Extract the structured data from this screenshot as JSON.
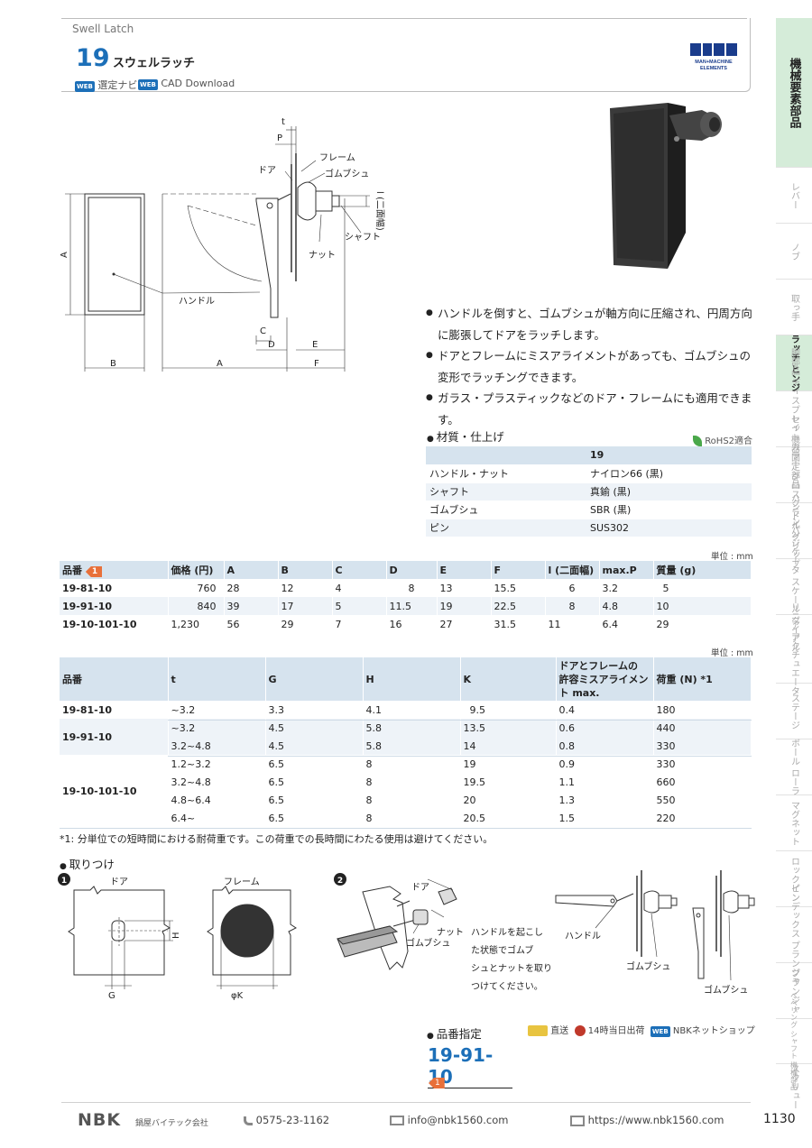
{
  "header": {
    "eng_title": "Swell Latch",
    "number": "19",
    "jp_title": "スウェルラッチ",
    "logo_text_1": "MAN+MACHINE",
    "logo_text_2": "ELEMENTS",
    "nav_badge": "WEB",
    "nav_label": "選定ナビ",
    "cad_badge": "WEB",
    "cad_label": "CAD Download"
  },
  "sidebar": {
    "items": [
      {
        "label": "機械要素部品"
      },
      {
        "label": "レバー"
      },
      {
        "label": "ノブ"
      },
      {
        "label": "取っ手"
      },
      {
        "label": "ラッチ ヒンジ"
      },
      {
        "label": "脚部品 ディスプレイ 機器固定部品"
      },
      {
        "label": "セットカラー クロスクランパ"
      },
      {
        "label": "ハンドル グリップ"
      },
      {
        "label": "インジケータ スケール ダイアル"
      },
      {
        "label": "リニア アクチュエータ"
      },
      {
        "label": "ステージ"
      },
      {
        "label": "ボール ローラ"
      },
      {
        "label": "マグネット"
      },
      {
        "label": "ロックピン"
      },
      {
        "label": "インデックス プランジャ"
      },
      {
        "label": "プランジャ"
      },
      {
        "label": "ベベリング シャフト 機構部品"
      },
      {
        "label": "スクリュー"
      }
    ]
  },
  "diagram": {
    "labels": {
      "t": "t",
      "P": "P",
      "frame": "フレーム",
      "door": "ドア",
      "bush": "ゴムブシュ",
      "l": "l (二面幅)",
      "shaft": "シャフト",
      "nut": "ナット",
      "handle": "ハンドル",
      "A": "A",
      "B": "B",
      "C": "C",
      "D": "D",
      "E": "E",
      "F": "F",
      "A2": "A"
    }
  },
  "features": [
    "ハンドルを倒すと、ゴムブシュが軸方向に圧縮され、円周方向に膨張してドアをラッチします。",
    "ドアとフレームにミスアライメントがあっても、ゴムブシュの変形でラッチングできます。",
    "ガラス・プラスティックなどのドア・フレームにも適用できます。"
  ],
  "material": {
    "title": "材質・仕上げ",
    "rohs": "RoHS2適合",
    "header": [
      "",
      "19"
    ],
    "rows": [
      [
        "ハンドル・ナット",
        "ナイロン66 (黒)"
      ],
      [
        "シャフト",
        "真鍮 (黒)"
      ],
      [
        "ゴムブシュ",
        "SBR (黒)"
      ],
      [
        "ピン",
        "SUS302"
      ]
    ]
  },
  "table1": {
    "unit": "単位 : mm",
    "header": [
      "品番",
      "価格 (円)",
      "A",
      "B",
      "C",
      "D",
      "E",
      "F",
      "l (二面幅)",
      "max.P",
      "質量 (g)"
    ],
    "tag": "1",
    "rows": [
      [
        "19-81-10",
        "760",
        "28",
        "12",
        "4",
        "8",
        "13",
        "15.5",
        "6",
        "3.2",
        "5"
      ],
      [
        "19-91-10",
        "840",
        "39",
        "17",
        "5",
        "11.5",
        "19",
        "22.5",
        "8",
        "4.8",
        "10"
      ],
      [
        "19-10-101-10",
        "1,230",
        "56",
        "29",
        "7",
        "16",
        "27",
        "31.5",
        "11",
        "6.4",
        "29"
      ]
    ]
  },
  "table2": {
    "unit": "単位 : mm",
    "header": [
      "品番",
      "t",
      "G",
      "H",
      "K",
      "ドアとフレームの 許容ミスアライメント max.",
      "荷重 (N) *1"
    ],
    "groups": [
      {
        "pn": "19-81-10",
        "rows": [
          [
            "~3.2",
            "3.3",
            "4.1",
            "9.5",
            "0.4",
            "180"
          ]
        ]
      },
      {
        "pn": "19-91-10",
        "rows": [
          [
            "~3.2",
            "4.5",
            "5.8",
            "13.5",
            "0.6",
            "440"
          ],
          [
            "3.2~4.8",
            "4.5",
            "5.8",
            "14",
            "0.8",
            "330"
          ]
        ]
      },
      {
        "pn": "19-10-101-10",
        "rows": [
          [
            "1.2~3.2",
            "6.5",
            "8",
            "19",
            "0.9",
            "330"
          ],
          [
            "3.2~4.8",
            "6.5",
            "8",
            "19.5",
            "1.1",
            "660"
          ],
          [
            "4.8~6.4",
            "6.5",
            "8",
            "20",
            "1.3",
            "550"
          ],
          [
            "6.4~",
            "6.5",
            "8",
            "20.5",
            "1.5",
            "220"
          ]
        ]
      }
    ]
  },
  "footnote": "*1:  分単位での短時間における耐荷重です。この荷重での長時間にわたる使用は避けてください。",
  "mounting": {
    "title": "取りつけ",
    "step1": "1",
    "step2": "2",
    "door": "ドア",
    "frame": "フレーム",
    "H": "H",
    "G": "G",
    "K": "φK",
    "door2": "ドア",
    "nut": "ナット",
    "bush": "ゴムブシュ",
    "instruction": [
      "ハンドルを起こし",
      "た状態でゴムブ",
      "シュとナットを取り",
      "つけてください。"
    ],
    "handle": "ハンドル",
    "bush2": "ゴムブシュ",
    "bush3": "ゴムブシュ"
  },
  "order": {
    "title": "品番指定",
    "direct": "直送",
    "sameday": "14時当日出荷",
    "web_badge": "WEB",
    "shop": "NBKネットショップ",
    "number": "19-91-10",
    "tag": "1"
  },
  "footer": {
    "logo": "NBK",
    "company": "鍋屋バイテック会社",
    "tel": "0575-23-1162",
    "email": "info@nbk1560.com",
    "web": "https://www.nbk1560.com",
    "page": "1130"
  }
}
